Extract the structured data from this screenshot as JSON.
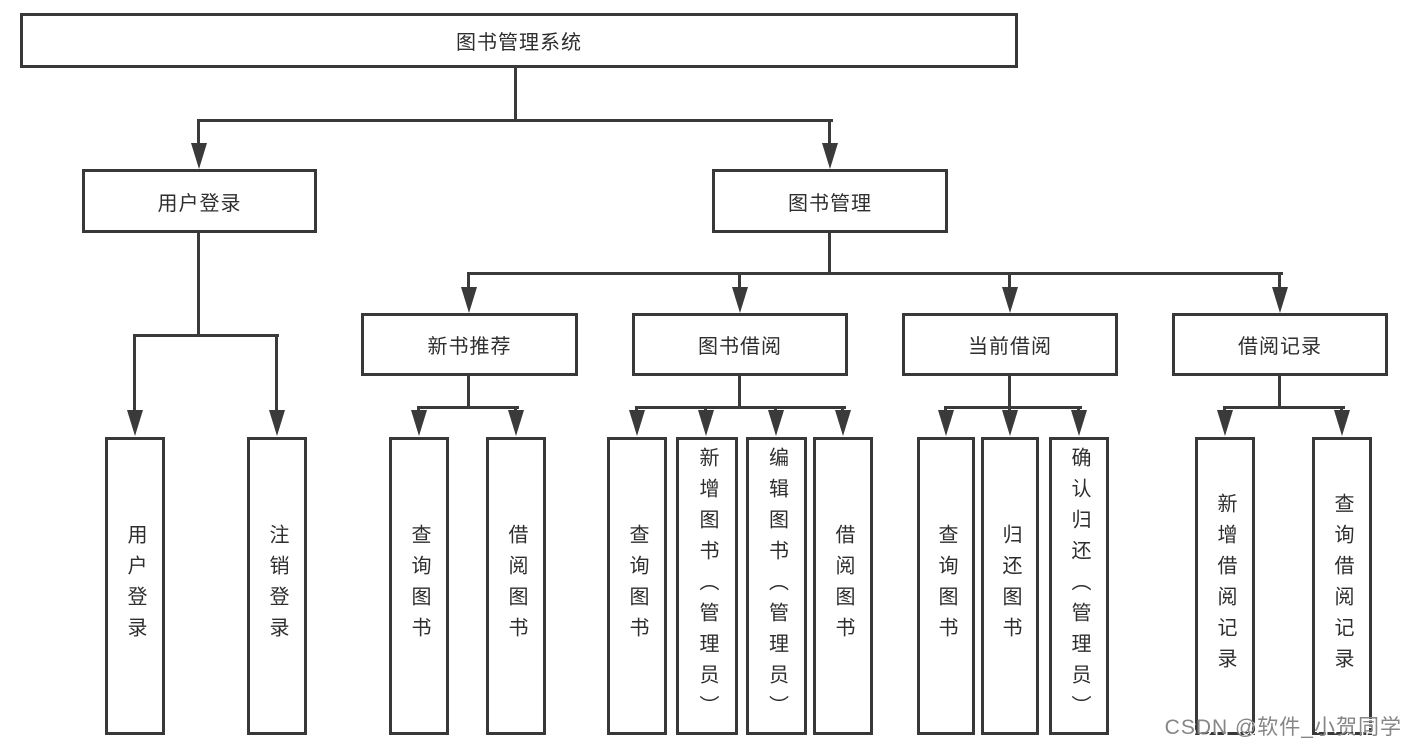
{
  "tree": {
    "root": {
      "label": "图书管理系统"
    },
    "branches": [
      {
        "label": "用户登录",
        "children": [
          {
            "label": "用户登录"
          },
          {
            "label": "注销登录"
          }
        ]
      },
      {
        "label": "图书管理",
        "children": [
          {
            "label": "新书推荐",
            "children": [
              {
                "label": "查询图书"
              },
              {
                "label": "借阅图书"
              }
            ]
          },
          {
            "label": "图书借阅",
            "children": [
              {
                "label": "查询图书"
              },
              {
                "label": "新增图书（管理员）"
              },
              {
                "label": "编辑图书（管理员）"
              },
              {
                "label": "借阅图书"
              }
            ]
          },
          {
            "label": "当前借阅",
            "children": [
              {
                "label": "查询图书"
              },
              {
                "label": "归还图书"
              },
              {
                "label": "确认归还（管理员）"
              }
            ]
          },
          {
            "label": "借阅记录",
            "children": [
              {
                "label": "新增借阅记录"
              },
              {
                "label": "查询借阅记录"
              }
            ]
          }
        ]
      }
    ]
  },
  "watermark": {
    "text": "CSDN @软件_小贺同学"
  },
  "colors": {
    "line": "#3a3a3a",
    "box_border": "#383838",
    "text": "#2e2e2e",
    "watermark": "#868686",
    "background": "#ffffff"
  }
}
